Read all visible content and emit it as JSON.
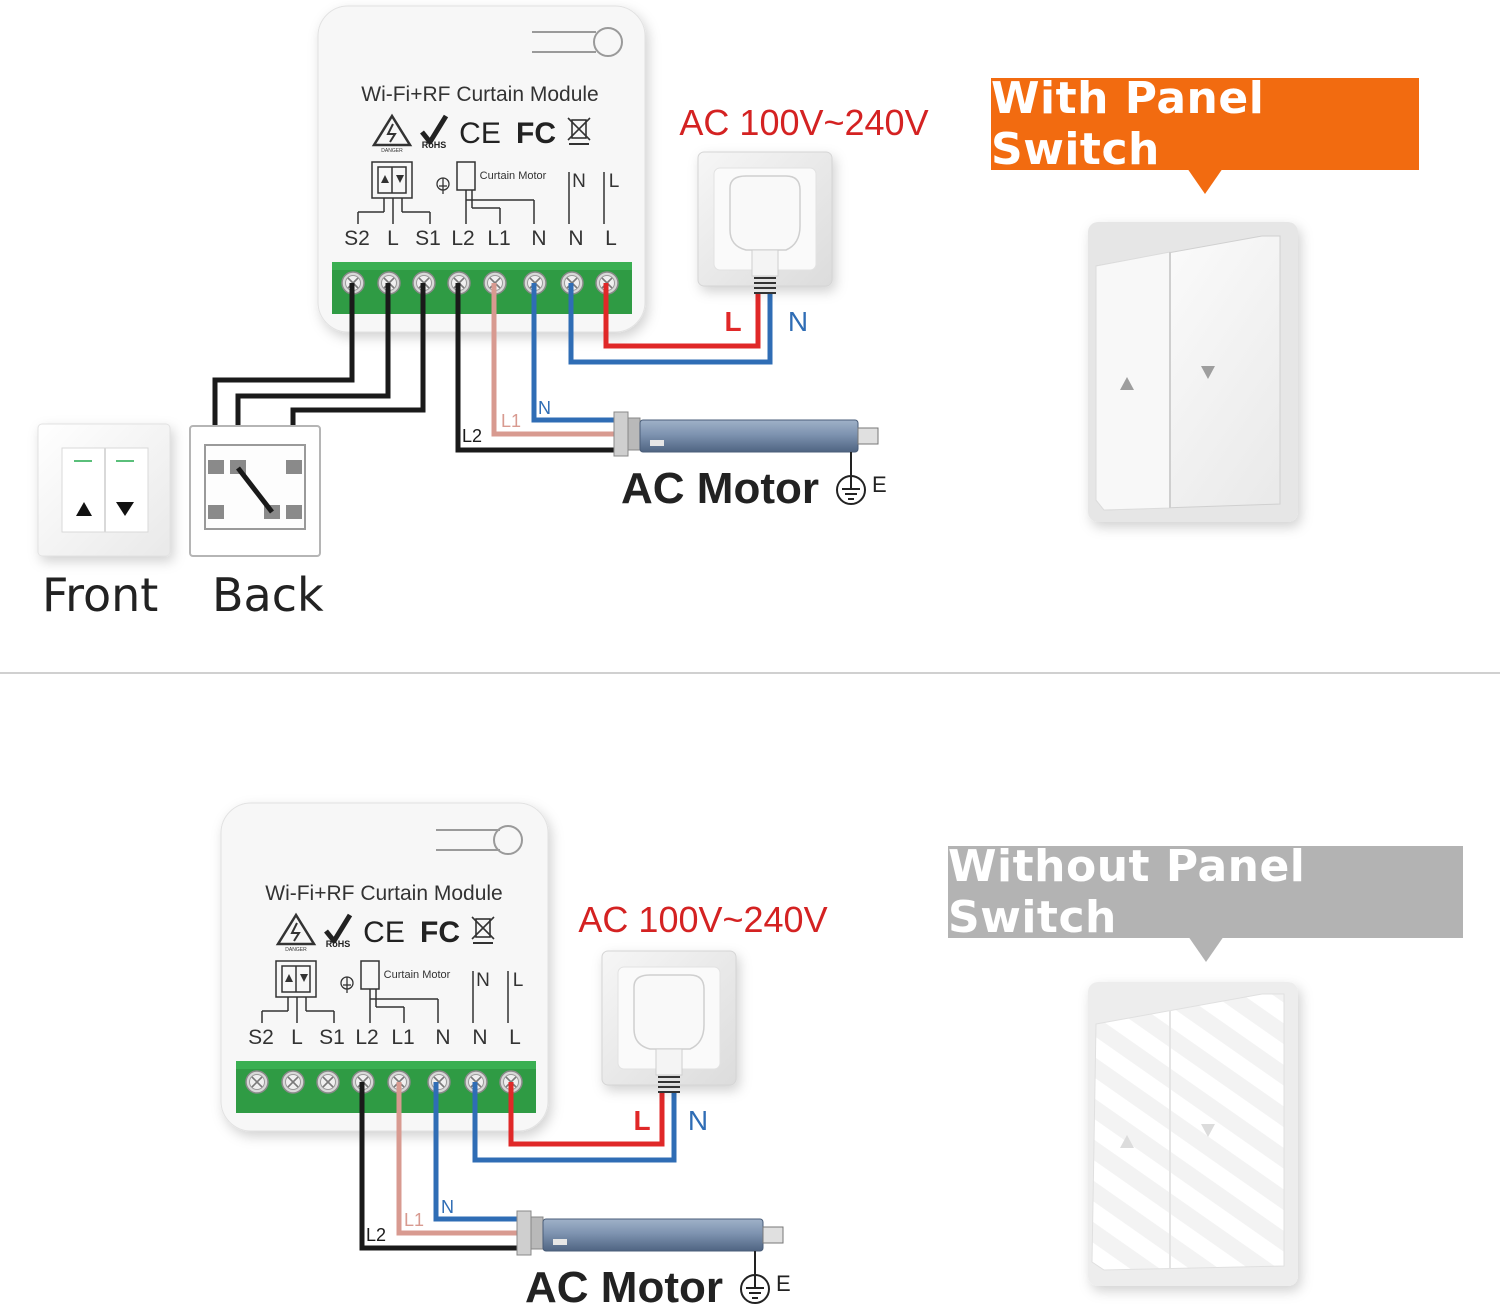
{
  "top": {
    "module": {
      "title": "Wi-Fi+RF Curtain Module",
      "danger": "DANGER",
      "rohs": "RoHS",
      "ce": "CE",
      "fc": "FC",
      "curtain_motor": "Curtain Motor",
      "n_symbol": "N",
      "l_symbol": "L",
      "terminals": [
        "S2",
        "L",
        "S1",
        "L2",
        "L1",
        "N",
        "N",
        "L"
      ]
    },
    "power": {
      "voltage": "AC 100V~240V",
      "l_label": "L",
      "n_label": "N"
    },
    "motor": {
      "label": "AC Motor",
      "earth": "E",
      "l2": "L2",
      "l1": "L1",
      "n": "N"
    },
    "switch_front_label": "Front",
    "switch_back_label": "Back",
    "callout": "With Panel Switch"
  },
  "bottom": {
    "module": {
      "title": "Wi-Fi+RF Curtain Module",
      "danger": "DANGER",
      "rohs": "RoHS",
      "ce": "CE",
      "fc": "FC",
      "curtain_motor": "Curtain Motor",
      "n_symbol": "N",
      "l_symbol": "L",
      "terminals": [
        "S2",
        "L",
        "S1",
        "L2",
        "L1",
        "N",
        "N",
        "L"
      ]
    },
    "power": {
      "voltage": "AC 100V~240V",
      "l_label": "L",
      "n_label": "N"
    },
    "motor": {
      "label": "AC Motor",
      "earth": "E",
      "l2": "L2",
      "l1": "L1",
      "n": "N"
    },
    "callout": "Without Panel Switch"
  },
  "colors": {
    "orange": "#f26b10",
    "gray_callout": "#b3b3b3",
    "red_wire": "#e02828",
    "blue_wire": "#2f6db5",
    "pink_wire": "#d89a90",
    "terminal_green": "#2f9b44",
    "voltage_red": "#d42222"
  }
}
